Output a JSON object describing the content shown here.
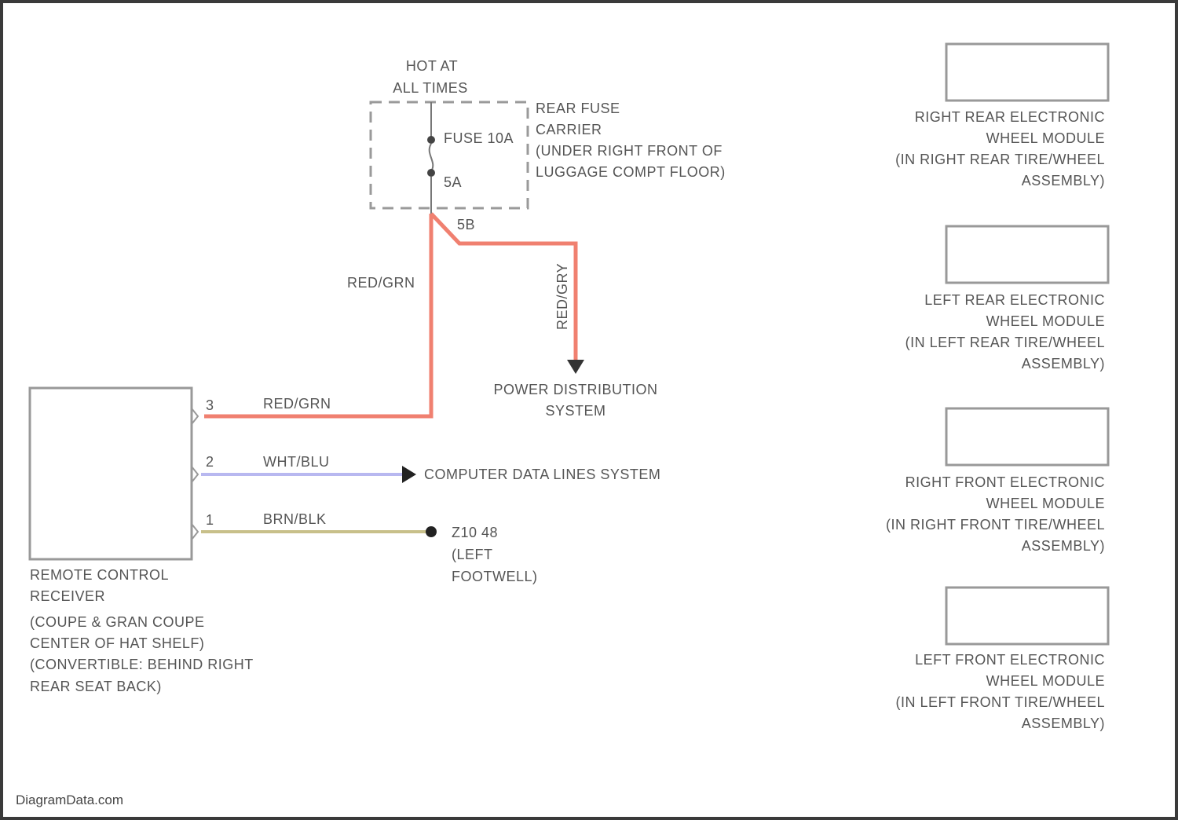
{
  "diagram": {
    "power_source": {
      "line1": "HOT AT",
      "line2": "ALL TIMES"
    },
    "fuse": {
      "label": "FUSE 10A",
      "rating": "5A",
      "cavity": "5B",
      "carrier": [
        "REAR FUSE",
        "CARRIER",
        "(UNDER RIGHT FRONT OF",
        "LUGGAGE COMPT FLOOR)"
      ]
    },
    "wires": {
      "feed": "RED/GRN",
      "drop": "RED/GRY",
      "pin3": "RED/GRN",
      "pin2": "WHT/BLU",
      "pin1": "BRN/BLK"
    },
    "pins": {
      "p3": "3",
      "p2": "2",
      "p1": "1"
    },
    "destinations": {
      "power_distribution": [
        "POWER DISTRIBUTION",
        "SYSTEM"
      ],
      "computer_data": "COMPUTER DATA LINES SYSTEM",
      "ground": [
        "Z10 48",
        "(LEFT",
        "FOOTWELL)"
      ]
    },
    "receiver": {
      "name": [
        "REMOTE CONTROL",
        "RECEIVER"
      ],
      "location": [
        "(COUPE & GRAN COUPE",
        "CENTER OF HAT SHELF)",
        "(CONVERTIBLE: BEHIND RIGHT",
        "REAR SEAT BACK)"
      ]
    },
    "modules": [
      {
        "lines": [
          "RIGHT REAR ELECTRONIC",
          "WHEEL MODULE",
          "(IN RIGHT REAR TIRE/WHEEL",
          "ASSEMBLY)"
        ]
      },
      {
        "lines": [
          "LEFT REAR ELECTRONIC",
          "WHEEL MODULE",
          "(IN LEFT REAR TIRE/WHEEL",
          "ASSEMBLY)"
        ]
      },
      {
        "lines": [
          "RIGHT FRONT ELECTRONIC",
          "WHEEL MODULE",
          "(IN RIGHT FRONT TIRE/WHEEL",
          "ASSEMBLY)"
        ]
      },
      {
        "lines": [
          "LEFT FRONT ELECTRONIC",
          "WHEEL MODULE",
          "(IN LEFT FRONT TIRE/WHEEL",
          "ASSEMBLY)"
        ]
      }
    ],
    "watermark": "DiagramData.com"
  },
  "colors": {
    "wire_red": "#f08070",
    "wire_blue": "#b8b8f0",
    "wire_brown": "#c8c08a",
    "line_gray": "#888888"
  }
}
